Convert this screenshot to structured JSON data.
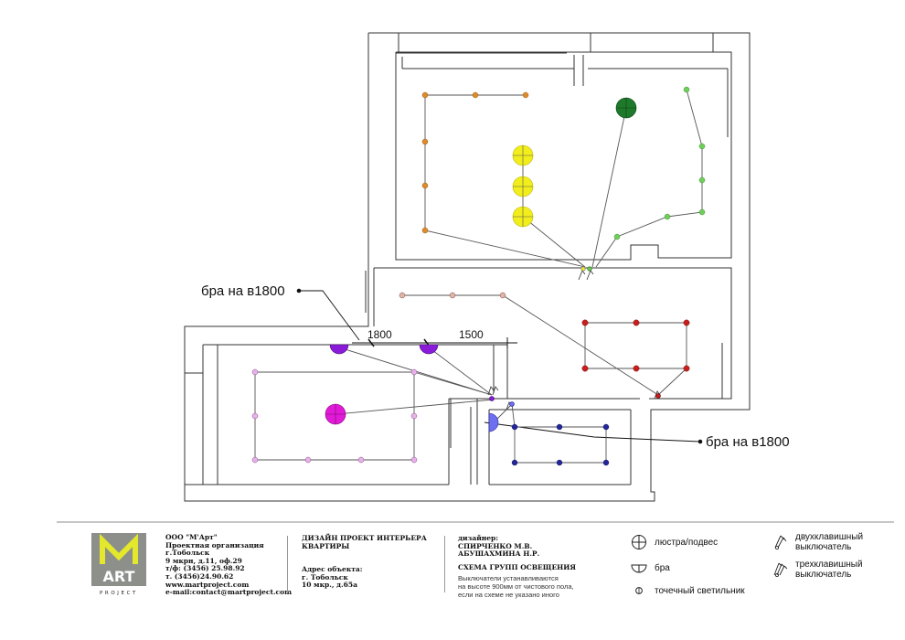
{
  "annotations": {
    "bra_left": "бра на в1800",
    "bra_right": "бра на в1800",
    "dim_1800": "1800",
    "dim_1500": "1500"
  },
  "company": {
    "lines": [
      "ООО \"М'Арт\"",
      "Проектная организация",
      "г.Тобольск",
      "9 мкрн, д.11, оф.29",
      "т/ф: (3456) 25.98.92",
      "т. (3456)24.90.62",
      "www.martproject.com",
      "e-mail:contact@martproject.com"
    ],
    "logo_letters_top": "M",
    "logo_letters_bottom": "ART",
    "logo_subtitle": "PROJECT"
  },
  "project": {
    "title_lines": [
      "ДИЗАЙН ПРОЕКТ ИНТЕРЬЕРА",
      "КВАРТИРЫ"
    ],
    "address_lines": [
      "Адрес объекта:",
      "г. Тобольск",
      "10 мкр., д.65а"
    ]
  },
  "designer": {
    "lines": [
      "дизайнер:",
      "СПИРЧЕНКО М.В.",
      "АБУШАХМИНА Н.Р."
    ],
    "sheet_title": "СХЕМА ГРУПП ОСВЕЩЕНИЯ",
    "note_lines": [
      "Выключатели устанавливаются",
      "на высоте 900мм от чистового пола,",
      "если на схеме не указано иного"
    ]
  },
  "legend": {
    "chandelier": "люстра/подвес",
    "sconce": "бра",
    "spot": "точечный светильник",
    "switch2_lines": [
      "двухклавишный",
      "выключатель"
    ],
    "switch3_lines": [
      "трехклавишный",
      "выключатель"
    ]
  },
  "colors": {
    "wall": "#333333",
    "orange": "#e08a2a",
    "yellow": "#f2ee1c",
    "green_dark": "#1e7a2a",
    "green_light": "#6fcf5a",
    "red": "#c81e1e",
    "pink": "#e6b2e8",
    "magenta": "#e01ad6",
    "purple": "#8a1cd8",
    "navy": "#22269a",
    "blue_sconce": "#6e6ef0",
    "logo_bg": "#8d8f8a"
  }
}
